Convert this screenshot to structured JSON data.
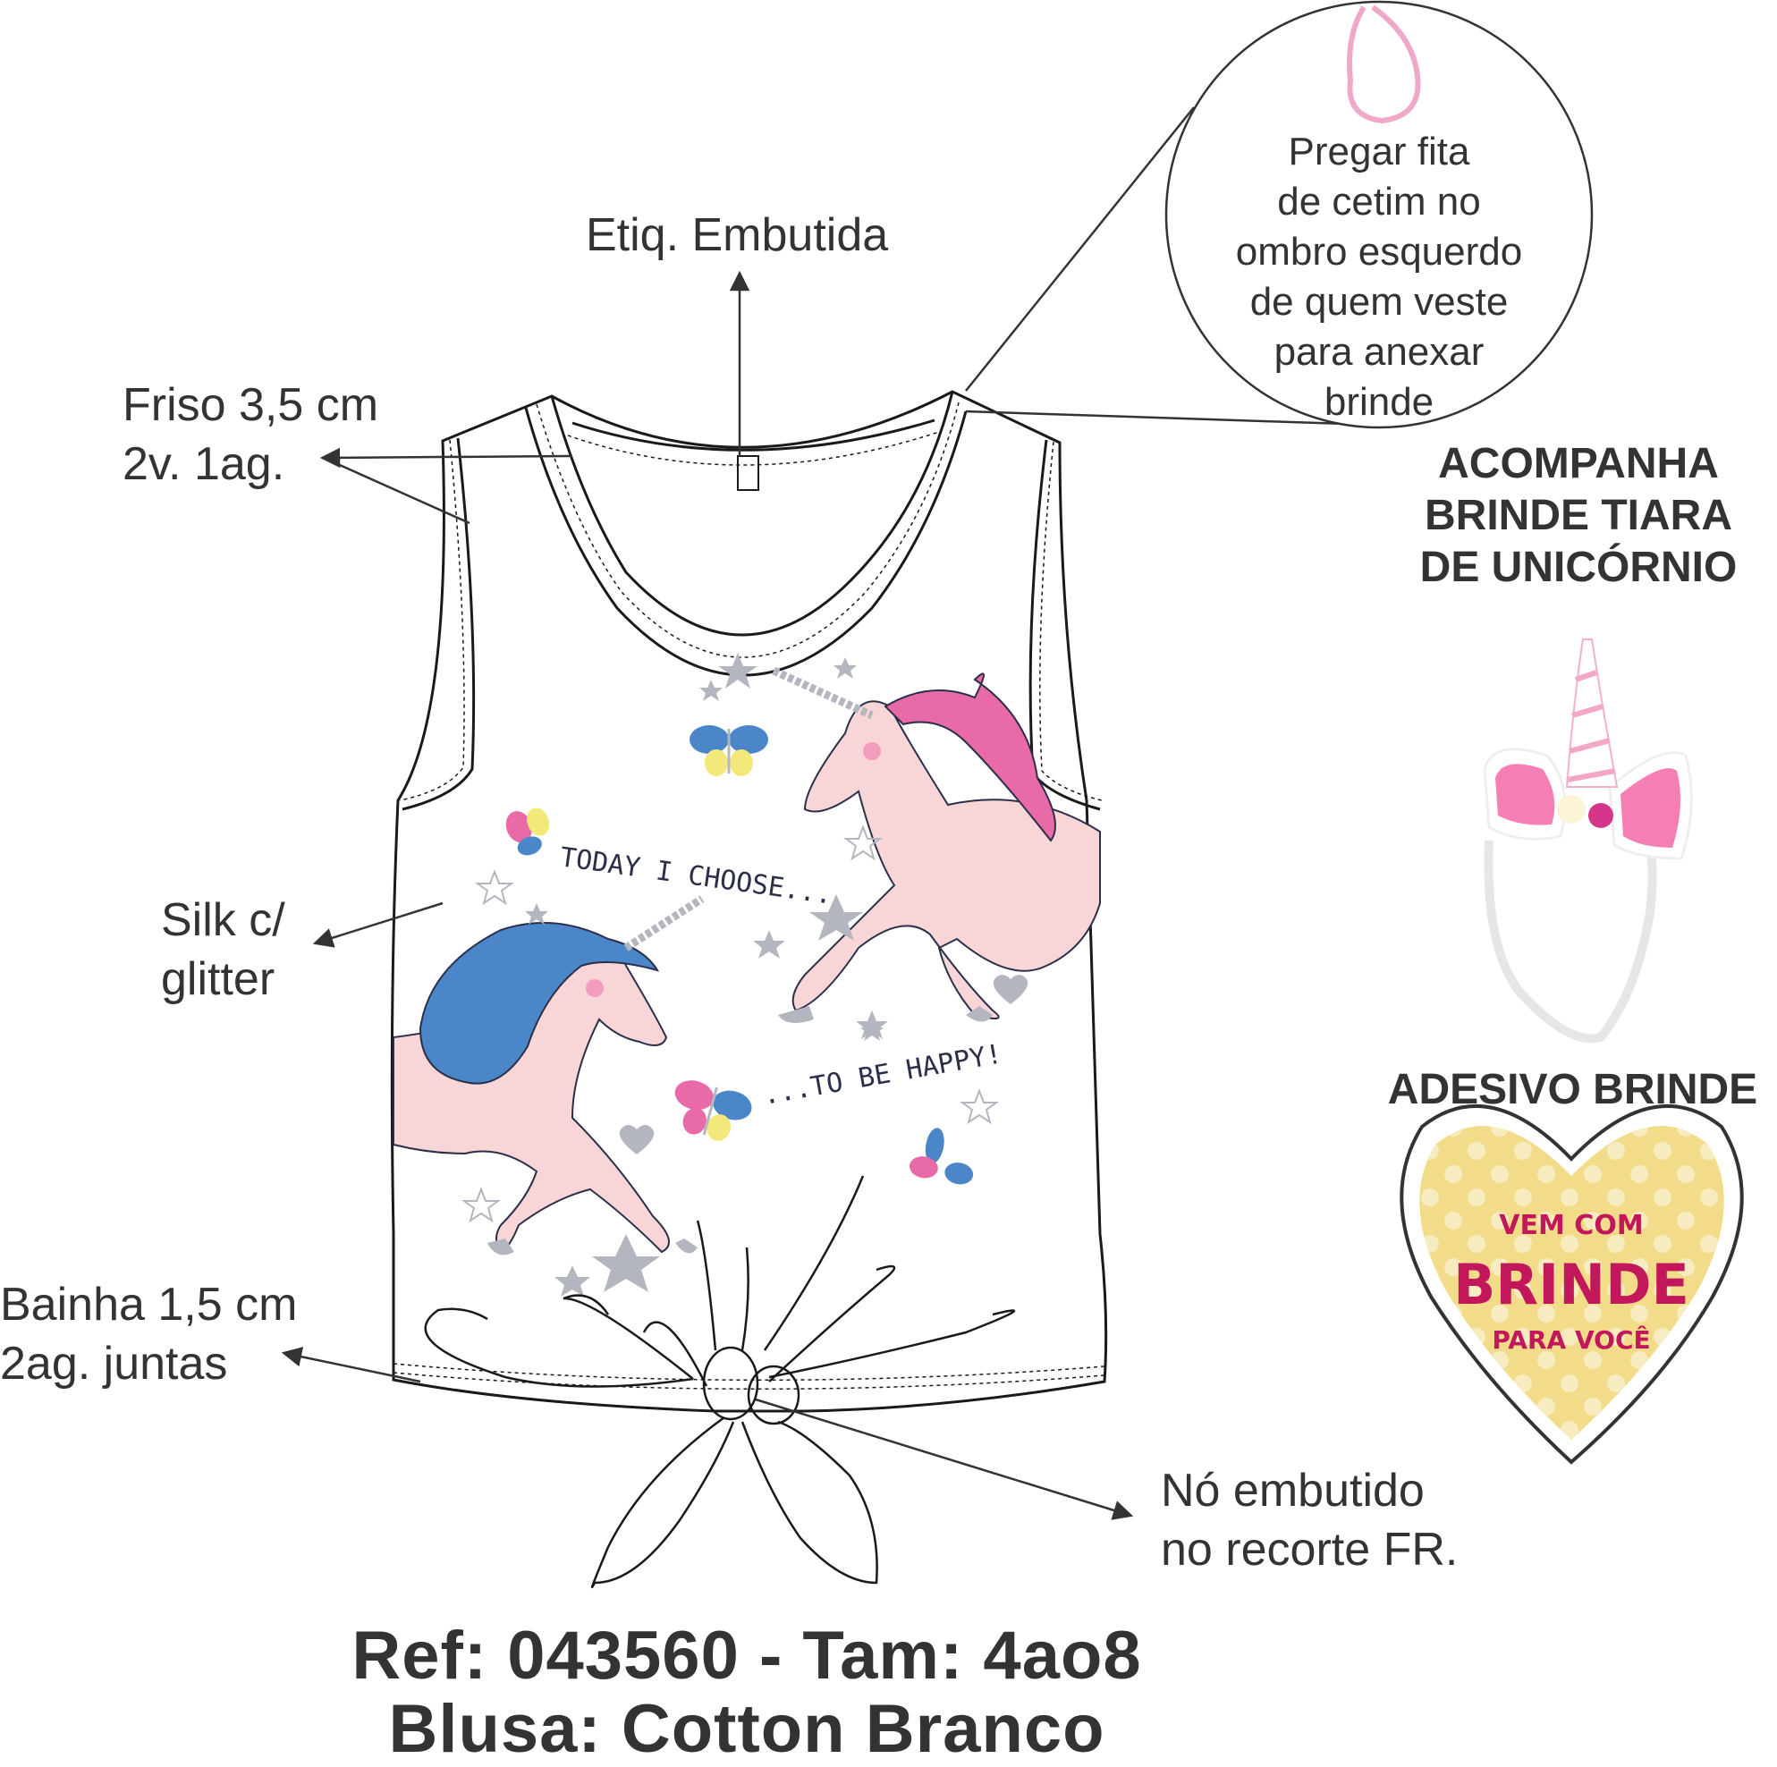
{
  "callouts": {
    "label_tag": "Etiq. Embutida",
    "binding_line1": "Friso 3,5 cm",
    "binding_line2": "2v. 1ag.",
    "print_line1": "Silk c/",
    "print_line2": "glitter",
    "hem_line1": "Bainha 1,5 cm",
    "hem_line2": "2ag. juntas",
    "knot_line1": "Nó embutido",
    "knot_line2": "no recorte FR."
  },
  "detail_bubble": {
    "lines": [
      "Pregar fita",
      "de cetim no",
      "ombro esquerdo",
      "de quem veste",
      "para anexar",
      "brinde"
    ]
  },
  "gifts": {
    "tiara_title_lines": [
      "ACOMPANHA",
      "BRINDE TIARA",
      "DE UNICÓRNIO"
    ],
    "sticker_title": "ADESIVO BRINDE",
    "sticker_text": {
      "top": "VEM COM",
      "middle": "BRINDE",
      "bottom": "PARA VOCÊ"
    }
  },
  "print_artwork": {
    "phrase_1": "TODAY I CHOOSE...",
    "phrase_2": "...TO BE HAPPY!"
  },
  "footer": {
    "ref_line": "Ref: 043560 - Tam: 4ao8",
    "product_line": "Blusa: Cotton Branco"
  },
  "colors": {
    "text": "#333333",
    "outline": "#1a1a1a",
    "ribbon_pink": "#f0a8c8",
    "unicorn_body": "#f8d6d8",
    "mane_pink": "#e86aa6",
    "mane_blue": "#4a86c8",
    "star_gray": "#b4b6bf",
    "sticker_yellow": "#f2dc8a",
    "sticker_text": "#c2185b"
  }
}
